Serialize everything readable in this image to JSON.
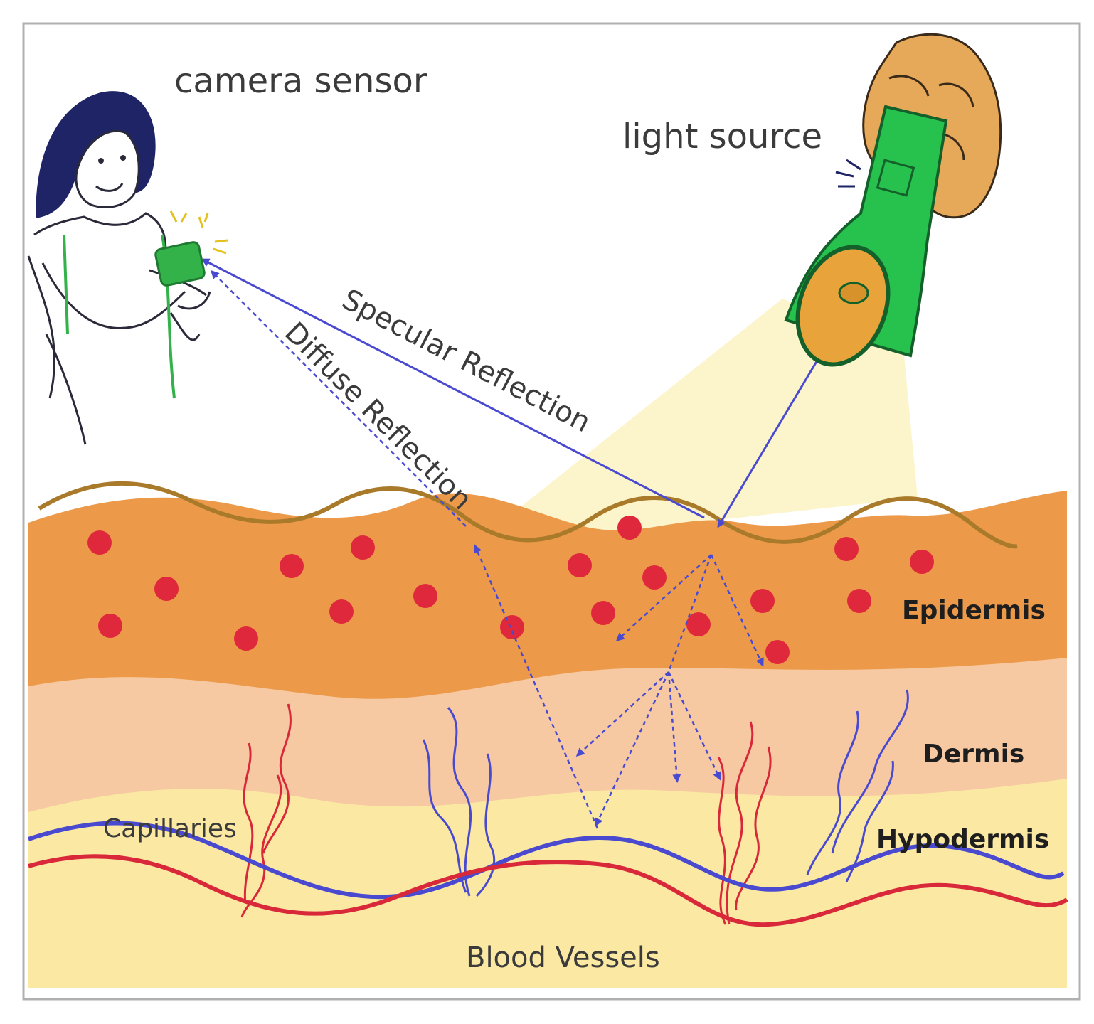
{
  "labels": {
    "camera_sensor": "camera sensor",
    "light_source": "light source",
    "specular_reflection": "Specular Reflection",
    "diffuse_reflection": "Diffuse Reflection",
    "epidermis": "Epidermis",
    "dermis": "Dermis",
    "hypodermis": "Hypodermis",
    "capillaries": "Capillaries",
    "blood_vessels": "Blood Vessels"
  },
  "colors": {
    "epidermis": "#ec9a4a",
    "dermis": "#f6c9a2",
    "hypodermis": "#fbe9a3",
    "melanin_dots": "#e0283c",
    "vein": "#4a4ad0",
    "artery": "#d8283a",
    "light_ray": "#4a4ad0",
    "flashlight": "#27c14e",
    "skin_surface_line": "#a87a2a"
  }
}
